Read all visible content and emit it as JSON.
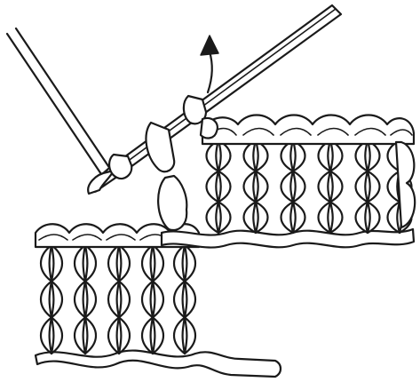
{
  "diagram": {
    "subject": "crochet-stitch-illustration",
    "colors": {
      "ink": "#1a1a1a",
      "paper": "#ffffff"
    },
    "elements": [
      "crochet-hook-icon",
      "motion-arrow-icon",
      "working-yarn",
      "worked-fabric"
    ],
    "direction_indicator": "up"
  }
}
